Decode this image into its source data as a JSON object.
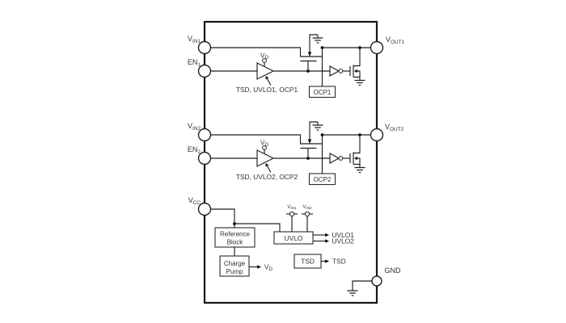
{
  "colors": {
    "background": "#ffffff",
    "line": "#1f1f1f",
    "text": "#303030"
  },
  "pins": {
    "vin1": {
      "main": "V",
      "sub": "IN1"
    },
    "en1": {
      "main": "EN",
      "sub": "1"
    },
    "vin2": {
      "main": "V",
      "sub": "IN2"
    },
    "en2": {
      "main": "EN",
      "sub": "2"
    },
    "vcc": {
      "main": "V",
      "sub": "CC"
    },
    "vout1": {
      "main": "V",
      "sub": "OUT1"
    },
    "vout2": {
      "main": "V",
      "sub": "OUT2"
    },
    "gnd": {
      "main": "GND"
    }
  },
  "channel1": {
    "driver_supply": {
      "main": "V",
      "sub": "D"
    },
    "control_signals": "TSD, UVLO1, OCP1",
    "ocp_block": "OCP1"
  },
  "channel2": {
    "driver_supply": {
      "main": "V",
      "sub": "D"
    },
    "control_signals": "TSD, UVLO2, OCP2",
    "ocp_block": "OCP2"
  },
  "support": {
    "reference_block": {
      "line1": "Reference",
      "line2": "Block"
    },
    "charge_pump": {
      "line1": "Charge",
      "line2": "Pump"
    },
    "charge_pump_output": {
      "main": "V",
      "sub": "D"
    },
    "uvlo_block": "UVLO",
    "uvlo_input1": {
      "main": "V",
      "sub": "IN1"
    },
    "uvlo_input2": {
      "main": "V",
      "sub": "IN2"
    },
    "uvlo_output1": "UVLO1",
    "uvlo_output2": "UVLO2",
    "tsd_block": "TSD",
    "tsd_output": "TSD"
  }
}
